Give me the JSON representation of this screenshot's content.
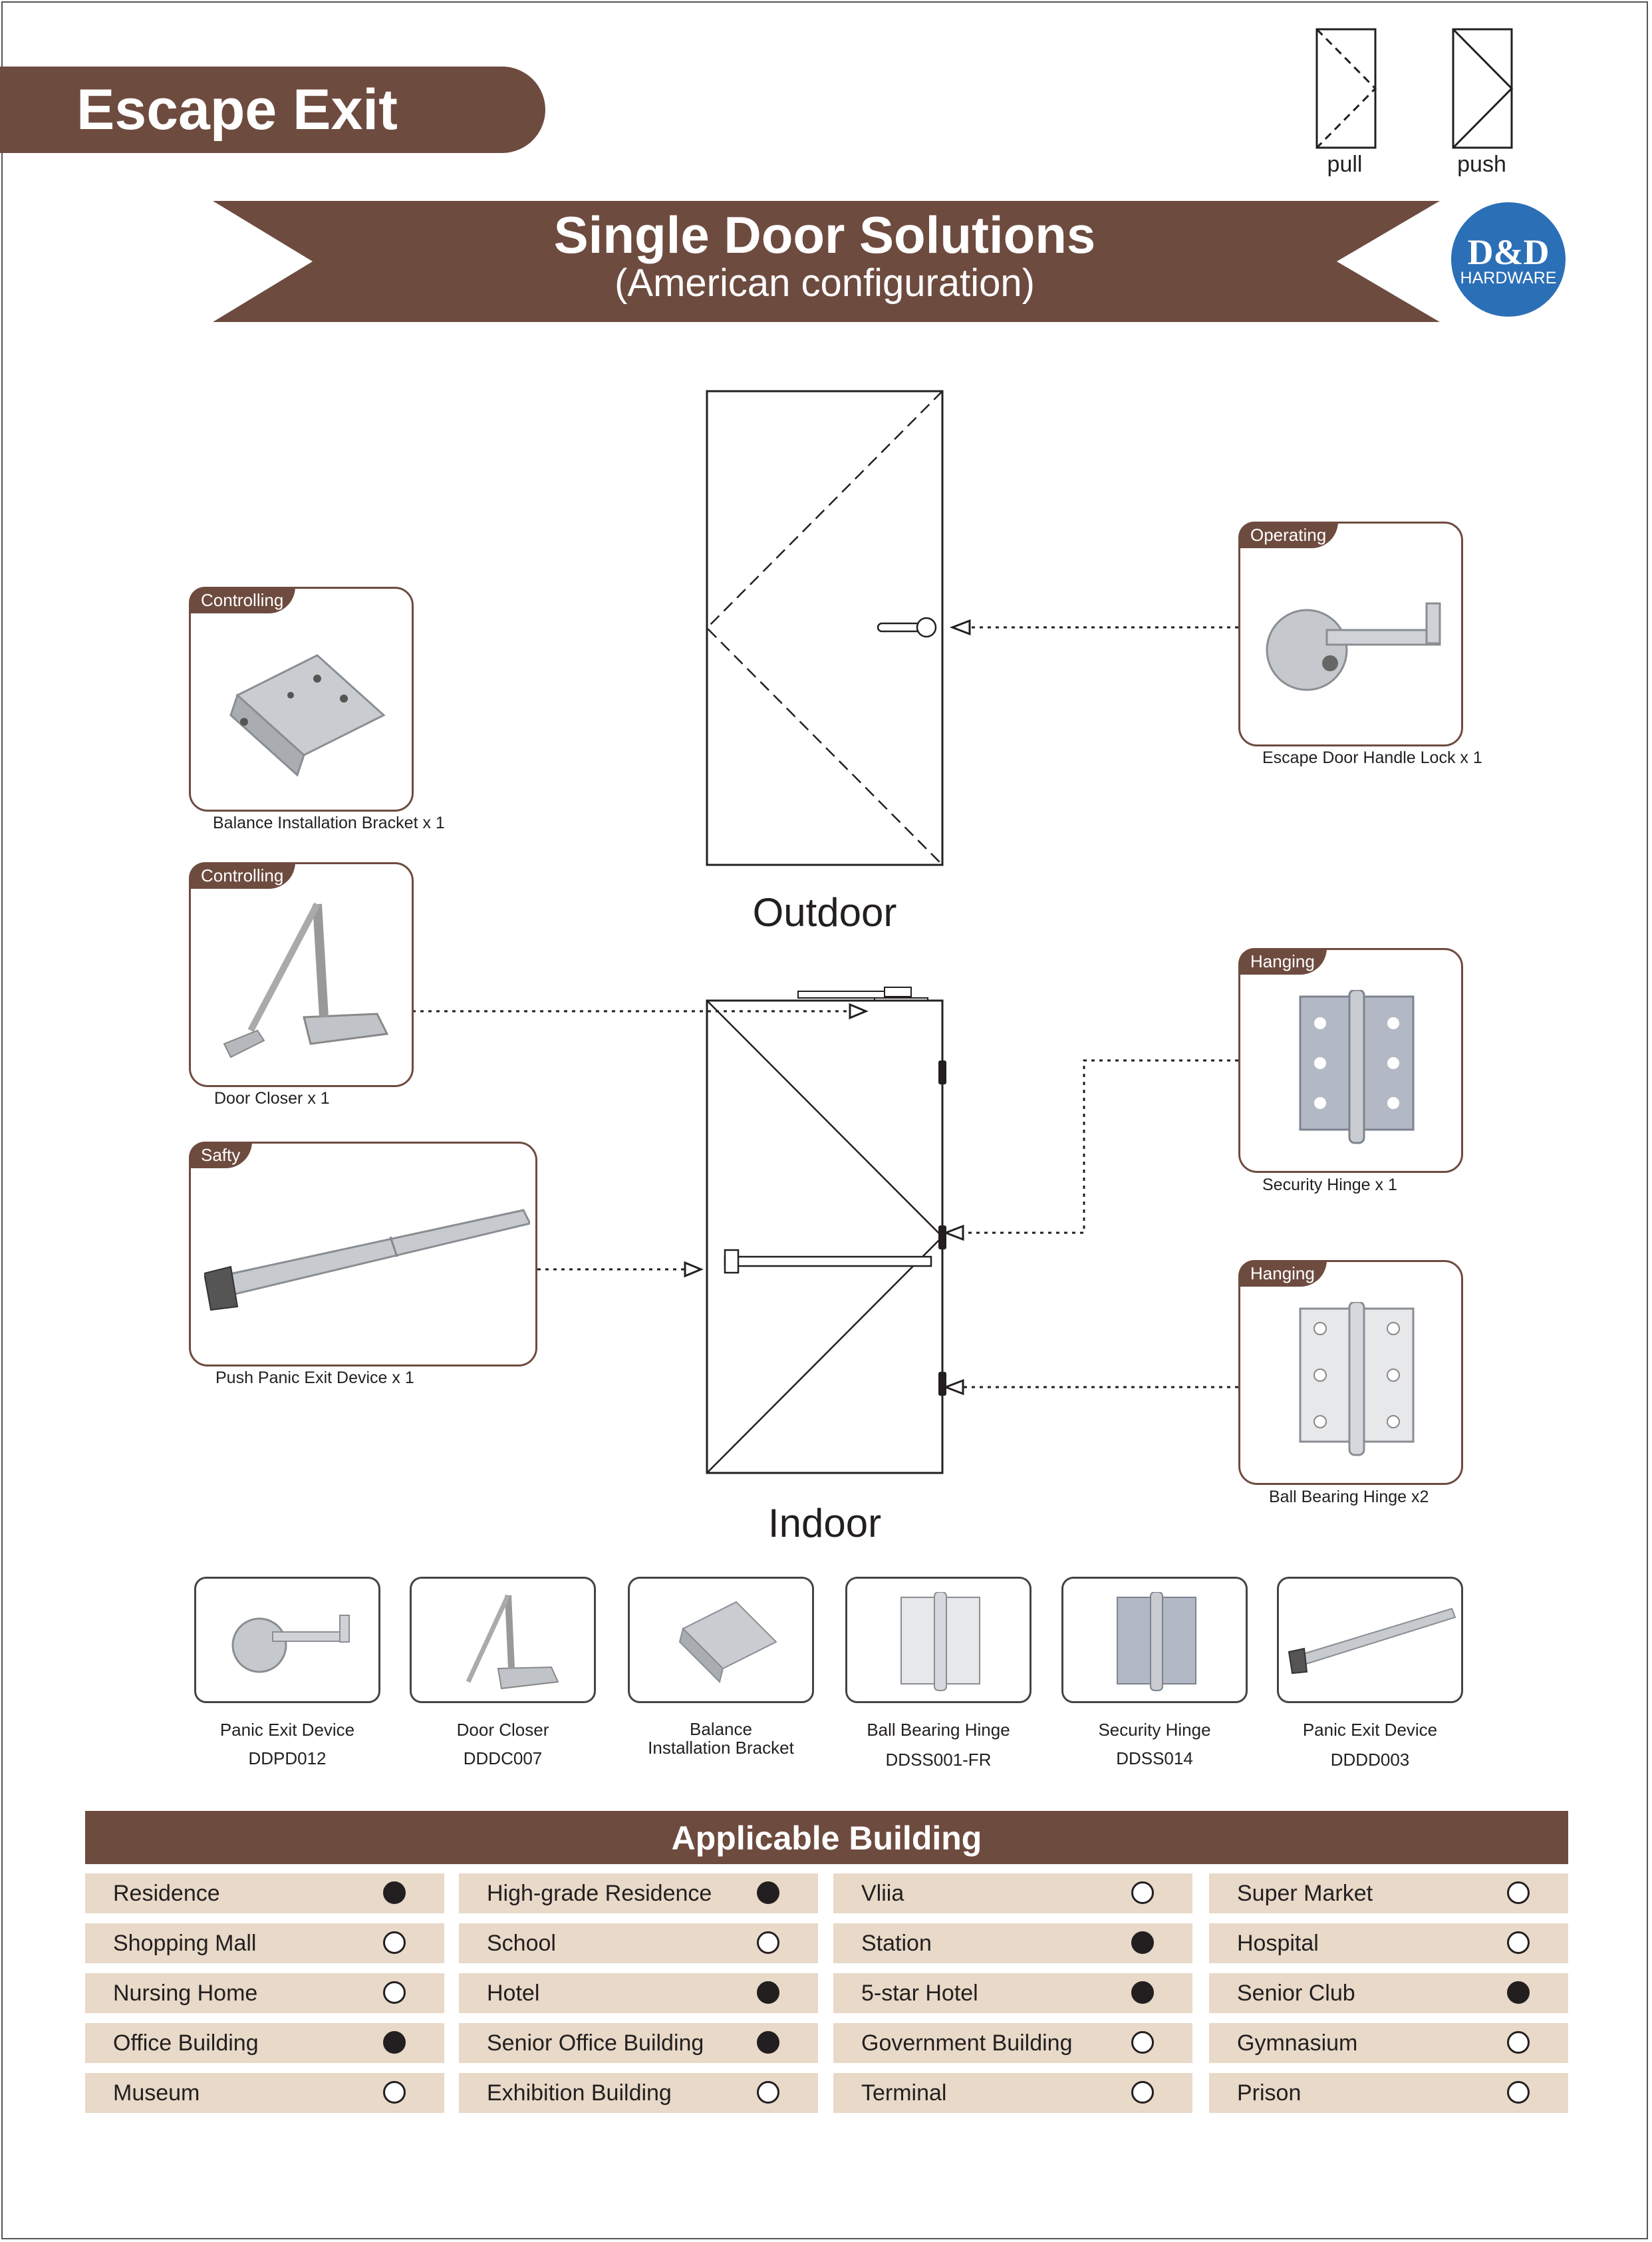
{
  "header": {
    "title": "Escape Exit"
  },
  "legend": {
    "pull": "pull",
    "push": "push"
  },
  "banner": {
    "title": "Single Door Solutions",
    "subtitle": "(American configuration)"
  },
  "logo": {
    "main": "D&D",
    "sub": "HARDWARE"
  },
  "doors": {
    "outdoor": "Outdoor",
    "indoor": "Indoor"
  },
  "components": [
    {
      "tab": "Controlling",
      "caption": "Balance Installation Bracket x 1",
      "icon": "bracket-icon"
    },
    {
      "tab": "Controlling",
      "caption": "Door Closer x 1",
      "icon": "door-closer-icon"
    },
    {
      "tab": "Safty",
      "caption": "Push  Panic  Exit  Device x 1",
      "icon": "panic-bar-icon"
    },
    {
      "tab": "Operating",
      "caption": "Escape Door Handle Lock  x 1",
      "icon": "lever-lock-icon"
    },
    {
      "tab": "Hanging",
      "caption": "Security Hinge x 1",
      "icon": "hinge-icon"
    },
    {
      "tab": "Hanging",
      "caption": "Ball Bearing Hinge x2",
      "icon": "hinge-icon"
    }
  ],
  "products": [
    {
      "name": "Panic Exit Device",
      "code": "DDPD012",
      "icon": "lever-lock-icon"
    },
    {
      "name": "Door Closer",
      "code": "DDDC007",
      "icon": "door-closer-icon"
    },
    {
      "name": "Balance\nInstallation Bracket",
      "code": "",
      "icon": "bracket-icon"
    },
    {
      "name": "Ball Bearing Hinge",
      "code": "DDSS001-FR",
      "icon": "hinge-icon"
    },
    {
      "name": "Security Hinge",
      "code": "DDSS014",
      "icon": "hinge-icon"
    },
    {
      "name": "Panic Exit Device",
      "code": "DDDD003",
      "icon": "panic-bar-icon"
    }
  ],
  "applicable": {
    "title": "Applicable Building",
    "items": [
      {
        "label": "Residence",
        "checked": true
      },
      {
        "label": "High-grade Residence",
        "checked": true
      },
      {
        "label": "Vliia",
        "checked": false
      },
      {
        "label": "Super Market",
        "checked": false
      },
      {
        "label": "Shopping Mall",
        "checked": false
      },
      {
        "label": "School",
        "checked": false
      },
      {
        "label": "Station",
        "checked": true
      },
      {
        "label": "Hospital",
        "checked": false
      },
      {
        "label": "Nursing Home",
        "checked": false
      },
      {
        "label": "Hotel",
        "checked": true
      },
      {
        "label": "5-star Hotel",
        "checked": true
      },
      {
        "label": "Senior Club",
        "checked": true
      },
      {
        "label": "Office Building",
        "checked": true
      },
      {
        "label": "Senior Office Building",
        "checked": true
      },
      {
        "label": "Government Building",
        "checked": false
      },
      {
        "label": "Gymnasium",
        "checked": false
      },
      {
        "label": "Museum",
        "checked": false
      },
      {
        "label": "Exhibition Building",
        "checked": false
      },
      {
        "label": "Terminal",
        "checked": false
      },
      {
        "label": "Prison",
        "checked": false
      }
    ]
  },
  "colors": {
    "brown": "#6e4b3f",
    "beige": "#e8d9c8",
    "logo_blue": "#2b6fb7"
  }
}
